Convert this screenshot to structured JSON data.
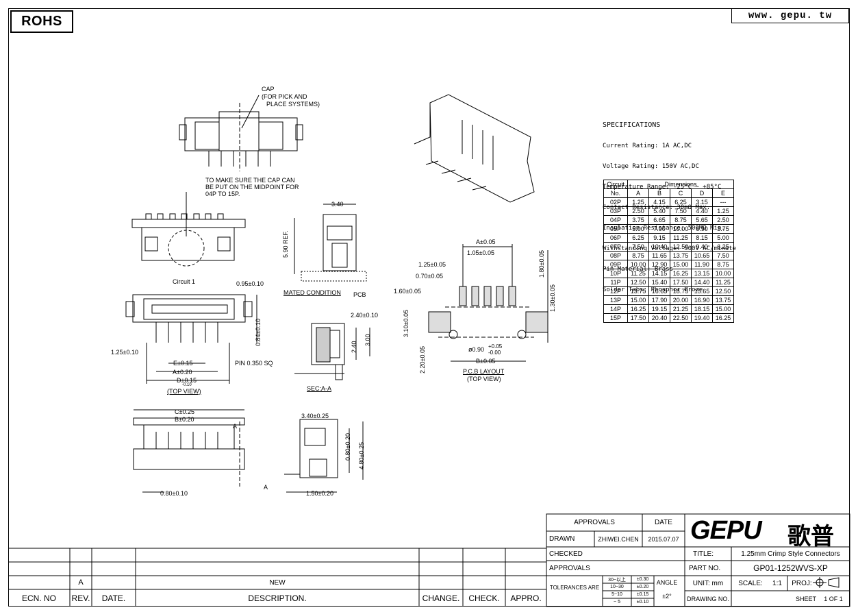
{
  "header": {
    "rohs": "ROHS",
    "website": "www. gepu. tw"
  },
  "specs": {
    "title": "SPECIFICATIONS",
    "lines": [
      "Current Rating: 1A AC,DC",
      "Voltage Rating: 150V AC,DC",
      "Temperature Range: -25°C ~ +85°C",
      "Contact Resistance: 30mΩ Max.",
      "Insulation Resistance: 500MΩ Min.",
      "Withstanding Voltage: 500V AC/minute",
      "Pin Material: Brass",
      "Solder Tabs: Phosphor Broze"
    ]
  },
  "dim_table": {
    "header_circuit": "Circuit",
    "header_no": "No.",
    "header_dims": "Dimensions",
    "columns": [
      "A",
      "B",
      "C",
      "D",
      "E"
    ],
    "rows": [
      [
        "02P",
        "1.25",
        "4.15",
        "6.25",
        "3.15",
        "---"
      ],
      [
        "03P",
        "2.50",
        "5.40",
        "7.50",
        "4.40",
        "1.25"
      ],
      [
        "04P",
        "3.75",
        "6.65",
        "8.75",
        "5.65",
        "2.50"
      ],
      [
        "05P",
        "5.00",
        "7.90",
        "10.00",
        "6.90",
        "3.75"
      ],
      [
        "06P",
        "6.25",
        "9.15",
        "11.25",
        "8.15",
        "5.00"
      ],
      [
        "07P",
        "7.50",
        "10.40",
        "12.50",
        "9.40",
        "6.25"
      ],
      [
        "08P",
        "8.75",
        "11.65",
        "13.75",
        "10.65",
        "7.50"
      ],
      [
        "09P",
        "10.00",
        "12.90",
        "15.00",
        "11.90",
        "8.75"
      ],
      [
        "10P",
        "11.25",
        "14.15",
        "16.25",
        "13.15",
        "10.00"
      ],
      [
        "11P",
        "12.50",
        "15.40",
        "17.50",
        "14.40",
        "11.25"
      ],
      [
        "12P",
        "13.75",
        "16.65",
        "18.75",
        "15.65",
        "12.50"
      ],
      [
        "13P",
        "15.00",
        "17.90",
        "20.00",
        "16.90",
        "13.75"
      ],
      [
        "14P",
        "16.25",
        "19.15",
        "21.25",
        "18.15",
        "15.00"
      ],
      [
        "15P",
        "17.50",
        "20.40",
        "22.50",
        "19.40",
        "16.25"
      ]
    ]
  },
  "labels": {
    "cap": "CAP",
    "cap2": "(FOR PICK AND",
    "cap3": "PLACE SYSTEMS)",
    "note1": "TO MAKE SURE THE CAP CAN",
    "note2": "BE PUT ON THE MIDPOINT FOR",
    "note3": "04P TO 15P.",
    "d340": "3.40",
    "d590": "5.90 REF.",
    "mated": "MATED CONDITION",
    "pcb": "PCB",
    "circuit1": "Circuit 1",
    "d095": "0.95±0.10",
    "d084": "0.84±0.10",
    "d125": "1.25±0.10",
    "e015": "E±0.15",
    "a020": "A±0.20",
    "d015": "D±0.15",
    "d010": "-0.10",
    "pin": "PIN 0.350 SQ",
    "topview": "(TOP VIEW)",
    "d240": "2.40±0.10",
    "d240b": "2.40",
    "d300": "3.00",
    "seca": "SEC:A-A",
    "a005": "A±0.05",
    "d105": "1.05±0.05",
    "d125b": "1.25±0.05",
    "d070": "0.70±0.05",
    "d160": "1.60±0.05",
    "d180": "1.80±0.05",
    "d130": "1.30±0.05",
    "d310": "3.10±0.05",
    "d220": "2.20±0.05",
    "phi": "ø0.90",
    "phitol1": "+0.05",
    "phitol2": "-0.00",
    "b005": "B±0.05",
    "pcblayout": "P.C.B LAYOUT",
    "topview2": "(TOP VIEW)",
    "c025": "C±0.25",
    "b020": "B±0.20",
    "markA": "A",
    "markA2": "A",
    "d080": "0.80±0.10",
    "d340b": "3.40±0.25",
    "d080b": "0.80±0.20",
    "d480": "4.80±0.25",
    "d150": "1.50±0.20"
  },
  "title_block": {
    "approvals": "APPROVALS",
    "date": "DATE",
    "drawn": "DRAWN",
    "drawn_by": "ZHIWEI.CHEN",
    "drawn_date": "2015.07.07",
    "checked": "CHECKED",
    "approvals2": "APPROVALS",
    "tolerances": "TOLERANCES ARE",
    "tol_rows": [
      [
        "30~以上",
        "±0.30"
      ],
      [
        "10~30",
        "±0.20"
      ],
      [
        "5~10",
        "±0.15"
      ],
      [
        "~ 5",
        "±0.10"
      ]
    ],
    "angle": "ANGLE",
    "angle_tol": "±2°",
    "logo": "GEPU",
    "logo_cn": "歌普",
    "title_k": "TITLE:",
    "title_v": "1.25mm Crimp Style Connectors",
    "part_k": "PART NO.",
    "part_v": "GP01-1252WVS-XP",
    "unit": "UNIT: mm",
    "scale_k": "SCALE:",
    "scale_v": "1:1",
    "proj": "PROJ:",
    "drawing_no": "DRAWING NO.",
    "sheet": "SHEET",
    "sheet_v": "1 OF 1"
  },
  "revision": {
    "rev": "A",
    "desc": "NEW",
    "headers": [
      "ECN. NO",
      "REV.",
      "DATE.",
      "DESCRIPTION.",
      "CHANGE.",
      "CHECK.",
      "APPRO."
    ]
  }
}
